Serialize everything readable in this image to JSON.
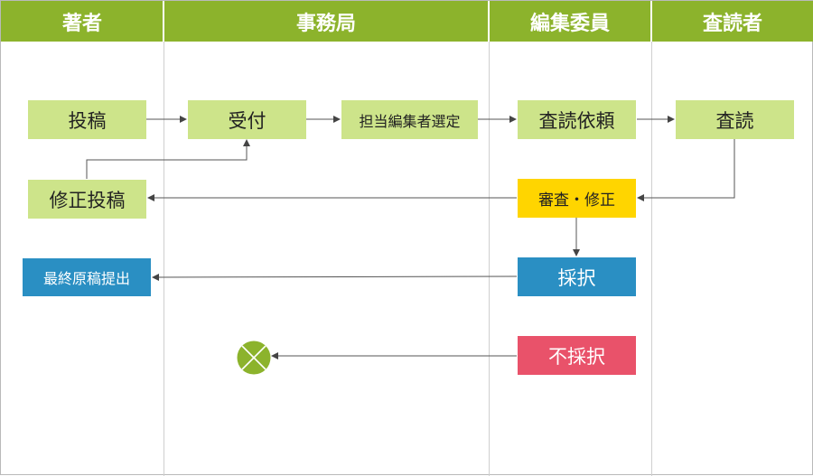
{
  "lanes": [
    "著者",
    "事務局",
    "編集委員",
    "査読者"
  ],
  "nodes": {
    "submission": "投稿",
    "reception": "受付",
    "editor_selection": "担当編集者選定",
    "review_request": "査読依頼",
    "review": "査読",
    "examination_revision": "審査・修正",
    "revised_submission": "修正投稿",
    "acceptance": "採択",
    "final_manuscript": "最終原稿提出",
    "rejection": "不採択"
  },
  "colors": {
    "header": "#8cb32c",
    "process": "#cde48a",
    "decision": "#ffd500",
    "accept": "#2a8fc3",
    "reject": "#e9526a",
    "end": "#8cb32c"
  },
  "icons": {
    "end": "end-circle-x-icon"
  }
}
